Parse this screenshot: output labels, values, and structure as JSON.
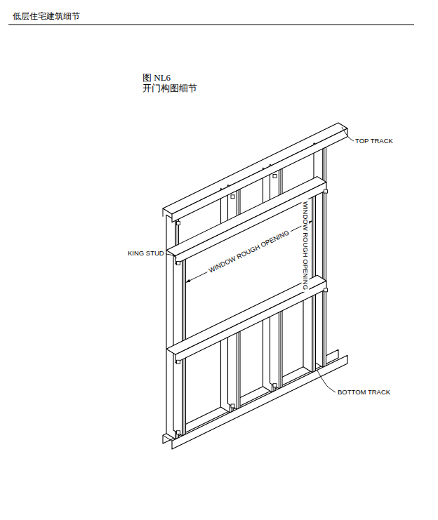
{
  "diagram": {
    "title": "图 NL6 开门构图细节",
    "labels": [
      "低层住宅建筑细节",
      "TOP TRACK",
      "KING STUD",
      "WINDOW ROUGH OPENING",
      "WINDOW ROUGH OPENING",
      "BOTTOM TRACK"
    ]
  }
}
